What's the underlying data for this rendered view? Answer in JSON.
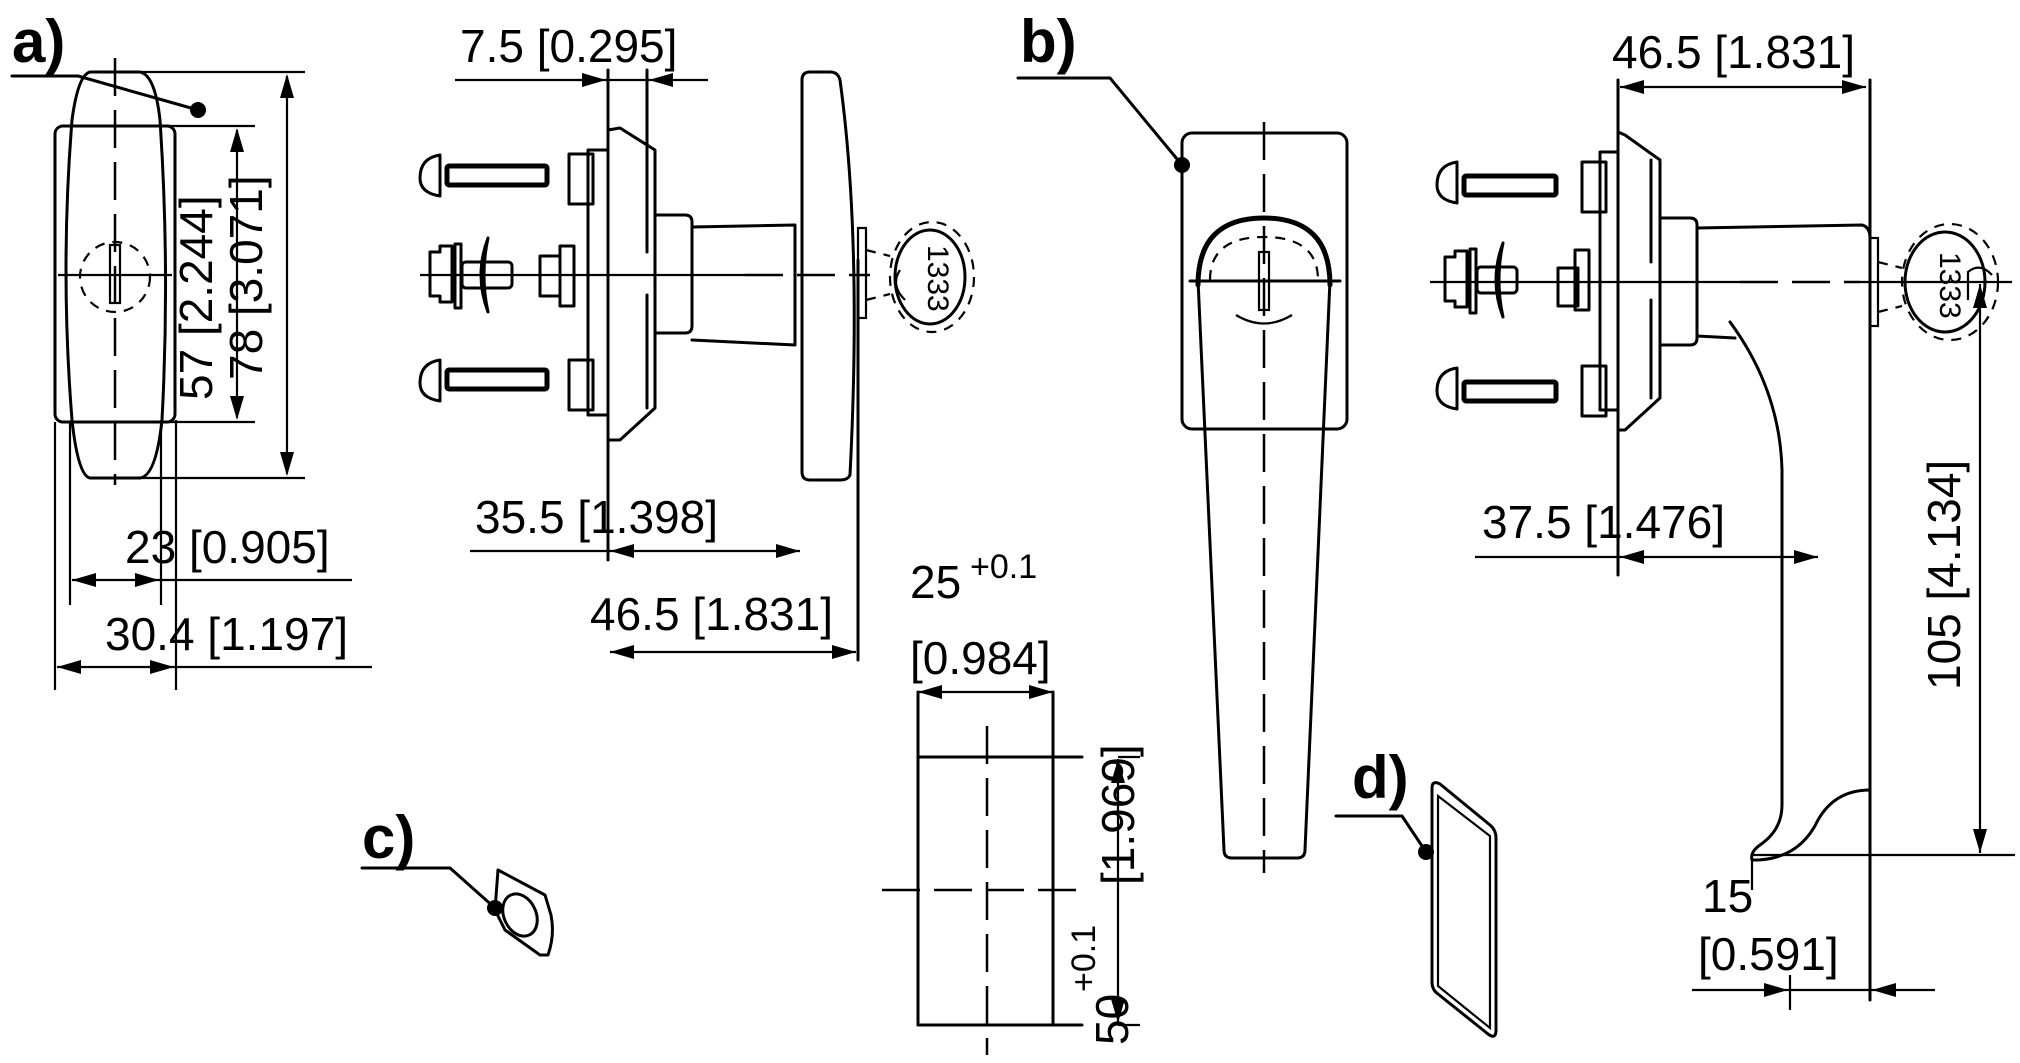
{
  "drawing": {
    "labels": {
      "a": "a)",
      "b": "b)",
      "c": "c)",
      "d": "d)"
    },
    "view_a": {
      "dim_57": "57 [2.244]",
      "dim_78": "78 [3.071]",
      "dim_23": "23 [0.905]",
      "dim_30_4": "30.4 [1.197]"
    },
    "view_a_side": {
      "dim_7_5": "7.5 [0.295]",
      "dim_35_5": "35.5 [1.398]",
      "dim_46_5": "46.5 [1.831]",
      "key_number": "1333"
    },
    "cutout": {
      "width_nominal": "25",
      "width_tolerance": "+0.1",
      "width_inch": "[0.984]",
      "height_nominal": "50",
      "height_tolerance": "+0.1",
      "height_inch": "[1.969]"
    },
    "view_b_side": {
      "dim_46_5": "46.5 [1.831]",
      "dim_37_5": "37.5 [1.476]",
      "dim_105": "105 [4.134]",
      "dim_15": "15",
      "dim_15_inch": "[0.591]",
      "key_number": "1333"
    }
  }
}
